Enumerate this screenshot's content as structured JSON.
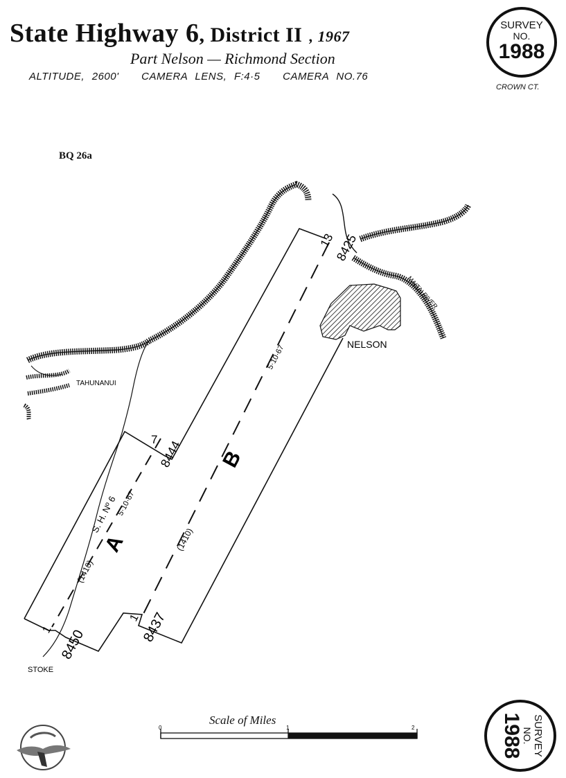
{
  "header": {
    "title_main": "State Highway 6",
    "title_district": ", District II",
    "title_year": ", 1967",
    "subtitle": "Part Nelson — Richmond Section",
    "altitude": "ALTITUDE, 2600'",
    "lens": "CAMERA LENS, F:4·5",
    "camera": "CAMERA NO.76"
  },
  "survey_badge": {
    "line1": "SURVEY",
    "line2": "NO.",
    "number": "1988"
  },
  "crown": "CROWN CT.",
  "reference": "BQ 26a",
  "map": {
    "places": {
      "nelson": "NELSON",
      "tahunanui": "TAHUNANUI",
      "stoke": "STOKE",
      "river": "MAITAI RIVER",
      "highway": "S. H. Nº 6"
    },
    "runs": {
      "a": {
        "label": "A",
        "date": "5·10·67",
        "scale": "(1410)",
        "start_photo": "8450",
        "end_photo": "8444",
        "frame_start": "1",
        "frame_end": "7"
      },
      "b": {
        "label": "B",
        "date": "5·10·67",
        "scale": "(1410)",
        "start_photo": "8437",
        "end_photo": "8425",
        "frame_start": "1",
        "frame_end": "13"
      }
    }
  },
  "scale_bar": {
    "label": "Scale of Miles",
    "tick_0": "0",
    "tick_1": "1",
    "tick_2": "2"
  }
}
